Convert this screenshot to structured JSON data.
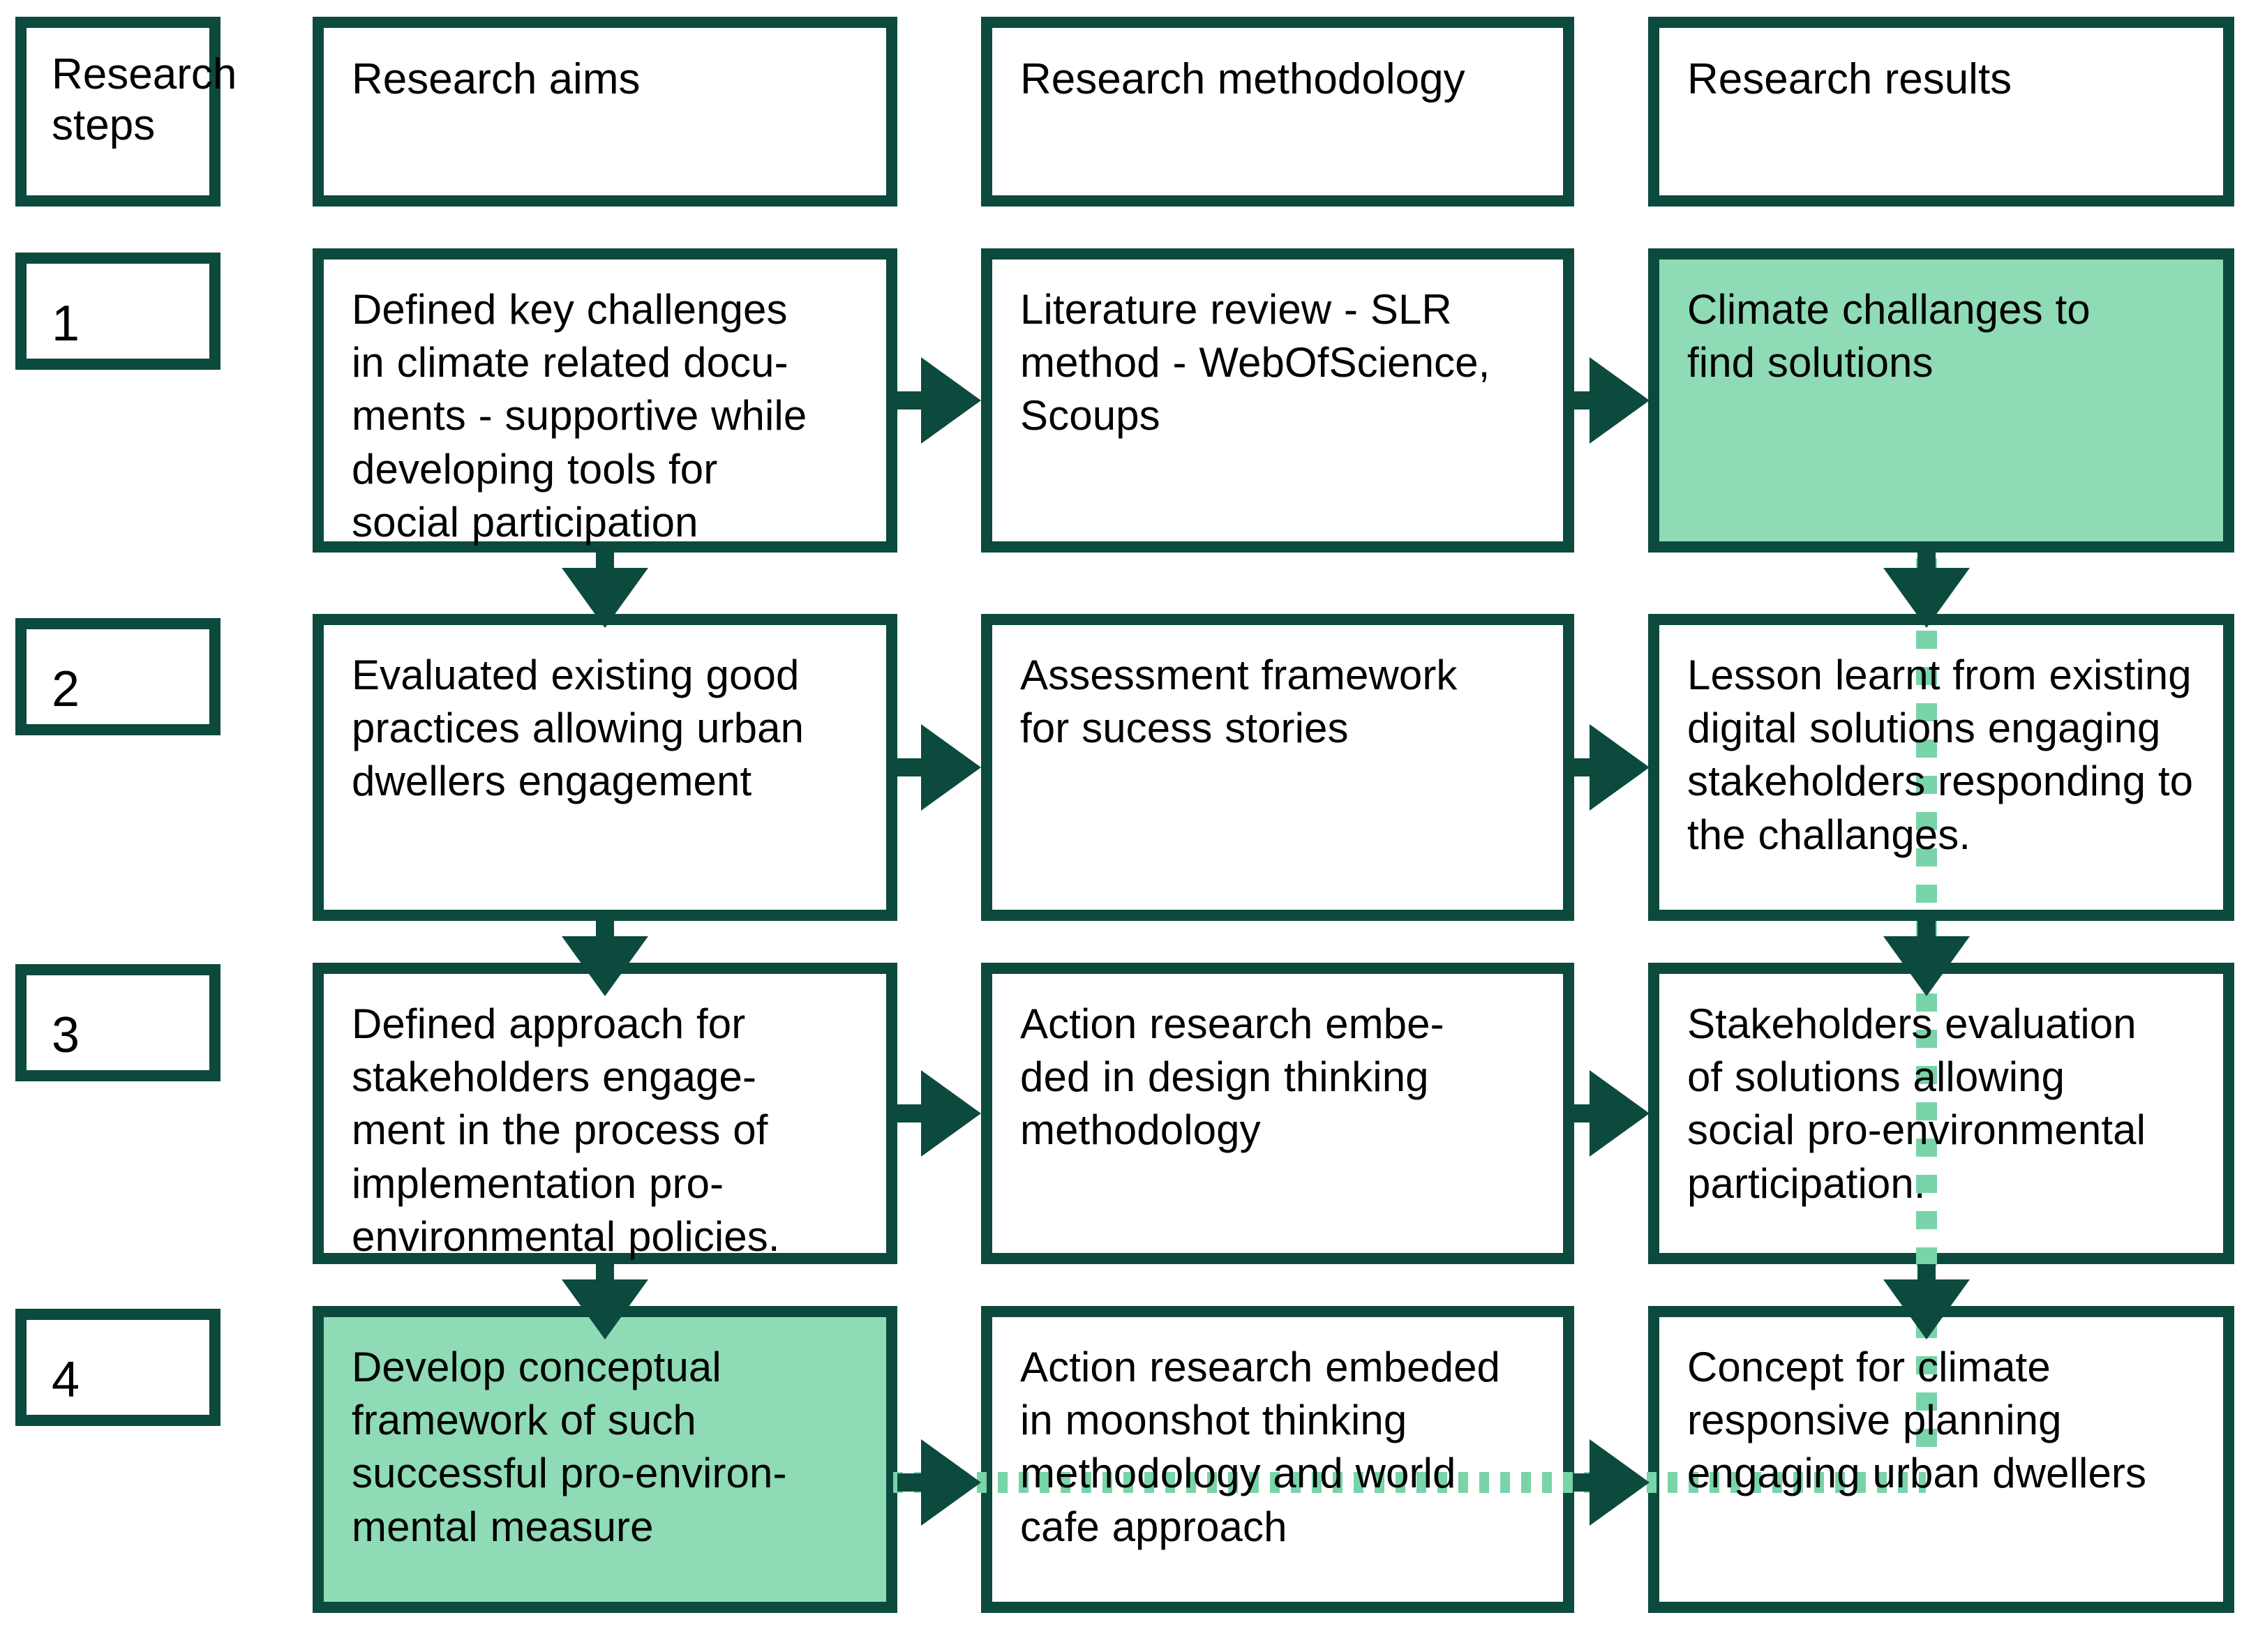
{
  "colors": {
    "border_dark_green": "#0C4A3E",
    "highlight_fill": "#8EDBB6",
    "dashed_accent": "#79D4A9",
    "background": "#FFFFFF",
    "text": "#000000"
  },
  "headers": {
    "steps": "Research\nsteps",
    "aims": "Research aims",
    "methodology": "Research methodology",
    "results": "Research results"
  },
  "rows": [
    {
      "step": "1",
      "aims": "Defined key challenges\nin climate related docu-\nments - supportive while\ndeveloping tools for\nsocial participation",
      "aims_highlighted": false,
      "methodology": "Literature review - SLR\nmethod - WebOfScience,\nScoups",
      "methodology_highlighted": false,
      "results": "Climate challanges to\nfind solutions",
      "results_highlighted": true
    },
    {
      "step": "2",
      "aims": "Evaluated existing good\npractices allowing urban\ndwellers engagement",
      "aims_highlighted": false,
      "methodology": "Assessment framework\nfor sucess stories",
      "methodology_highlighted": false,
      "results": "Lesson learnt from existing\ndigital solutions engaging\nstakeholders responding to\nthe challanges.",
      "results_highlighted": false
    },
    {
      "step": "3",
      "aims": "Defined approach for\nstakeholders engage-\nment in the process of\nimplementation pro-\nenvironmental policies.",
      "aims_highlighted": false,
      "methodology": "Action research embe-\nded in design thinking\nmethodology",
      "methodology_highlighted": false,
      "results": "Stakeholders evaluation\nof solutions allowing\nsocial pro-environmental\nparticipation.",
      "results_highlighted": false
    },
    {
      "step": "4",
      "aims": "Develop conceptual\nframework of such\nsuccessful pro-environ-\nmental measure",
      "aims_highlighted": true,
      "methodology": "Action research embeded\nin moonshot thinking\nmethodology and world\ncafe approach",
      "methodology_highlighted": false,
      "results": "Concept for climate\nresponsive planning\nengaging urban dwellers",
      "results_highlighted": false
    }
  ],
  "flow": {
    "horizontal_arrows": [
      {
        "row": 1,
        "from": "aims",
        "to": "methodology"
      },
      {
        "row": 1,
        "from": "methodology",
        "to": "results"
      },
      {
        "row": 2,
        "from": "aims",
        "to": "methodology"
      },
      {
        "row": 2,
        "from": "methodology",
        "to": "results"
      },
      {
        "row": 3,
        "from": "aims",
        "to": "methodology"
      },
      {
        "row": 3,
        "from": "methodology",
        "to": "results"
      },
      {
        "row": 4,
        "from": "aims",
        "to": "methodology"
      },
      {
        "row": 4,
        "from": "methodology",
        "to": "results"
      }
    ],
    "vertical_arrows": [
      {
        "column": "aims",
        "from_row": 1,
        "to_row": 2
      },
      {
        "column": "aims",
        "from_row": 2,
        "to_row": 3
      },
      {
        "column": "aims",
        "from_row": 3,
        "to_row": 4
      },
      {
        "column": "results",
        "from_row": 1,
        "to_row": 2
      },
      {
        "column": "results",
        "from_row": 2,
        "to_row": 3
      },
      {
        "column": "results",
        "from_row": 3,
        "to_row": 4
      }
    ],
    "dashed_highlight_path": [
      {
        "orientation": "vertical",
        "column": "results",
        "from_row": 1,
        "to_row": 4
      },
      {
        "orientation": "horizontal",
        "row": 4,
        "from": "aims",
        "to": "results"
      }
    ]
  }
}
